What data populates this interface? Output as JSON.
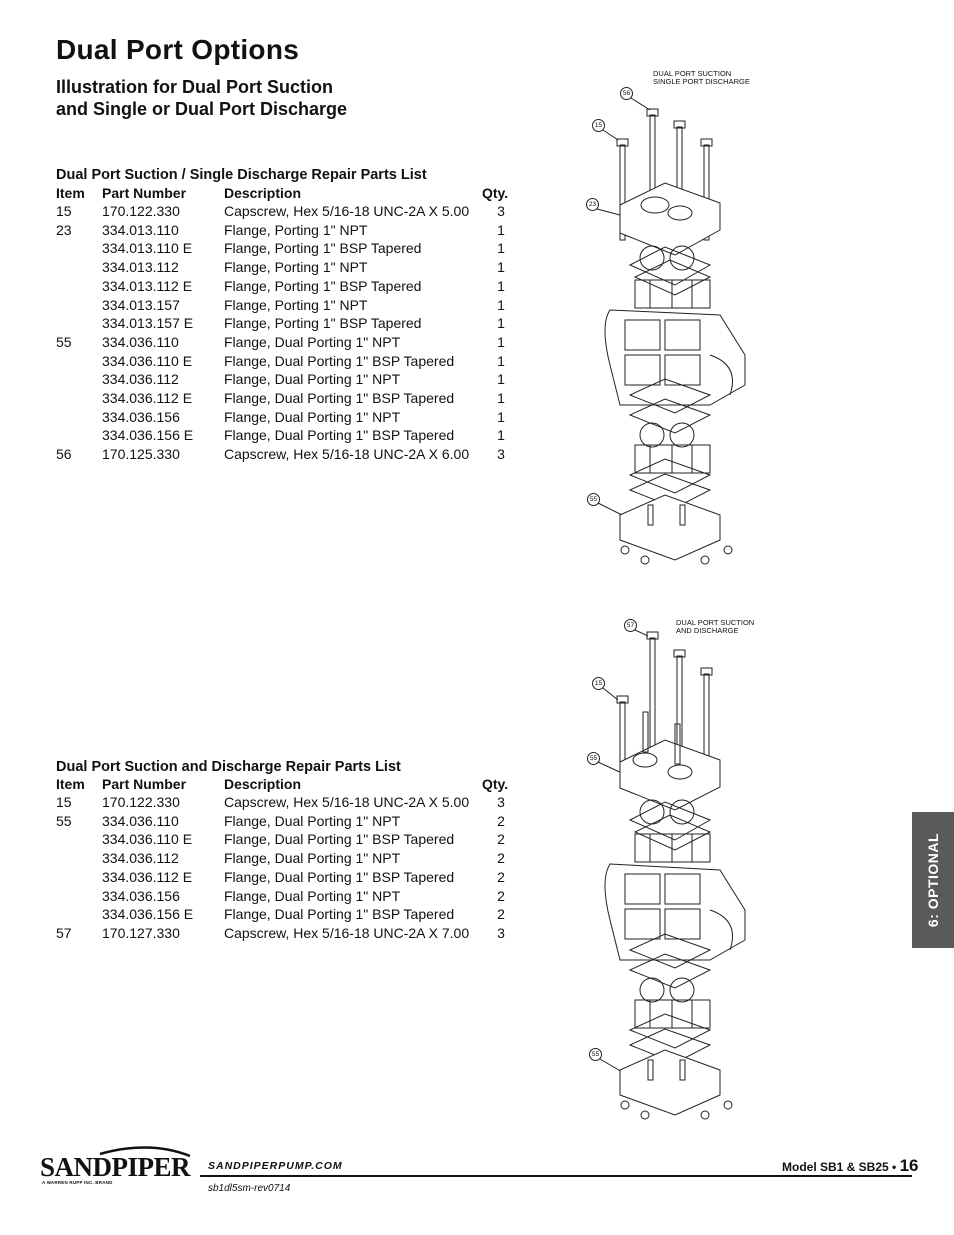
{
  "page": {
    "title": "Dual Port Options",
    "subtitle_line1": "Illustration for Dual Port Suction",
    "subtitle_line2": "and Single or Dual Port Discharge"
  },
  "columns": {
    "item": "Item",
    "part_number": "Part Number",
    "description": "Description",
    "qty": "Qty."
  },
  "table1": {
    "title": "Dual Port Suction / Single Discharge Repair Parts List",
    "rows": [
      {
        "item": "15",
        "part": "170.122.330",
        "desc": "Capscrew, Hex 5/16-18 UNC-2A X 5.00",
        "qty": "3"
      },
      {
        "item": "23",
        "part": "334.013.110",
        "desc": "Flange, Porting 1\" NPT",
        "qty": "1"
      },
      {
        "item": "",
        "part": "334.013.110 E",
        "desc": "Flange, Porting 1\" BSP Tapered",
        "qty": "1"
      },
      {
        "item": "",
        "part": "334.013.112",
        "desc": "Flange, Porting 1\" NPT",
        "qty": "1"
      },
      {
        "item": "",
        "part": "334.013.112 E",
        "desc": "Flange, Porting 1\" BSP Tapered",
        "qty": "1"
      },
      {
        "item": "",
        "part": "334.013.157",
        "desc": "Flange, Porting 1\" NPT",
        "qty": "1"
      },
      {
        "item": "",
        "part": "334.013.157 E",
        "desc": "Flange, Porting 1\" BSP Tapered",
        "qty": "1"
      },
      {
        "item": "55",
        "part": "334.036.110",
        "desc": "Flange, Dual Porting 1\" NPT",
        "qty": "1"
      },
      {
        "item": "",
        "part": "334.036.110 E",
        "desc": "Flange, Dual Porting 1\" BSP Tapered",
        "qty": "1"
      },
      {
        "item": "",
        "part": "334.036.112",
        "desc": "Flange, Dual Porting 1\" NPT",
        "qty": "1"
      },
      {
        "item": "",
        "part": "334.036.112 E",
        "desc": "Flange, Dual Porting 1\" BSP Tapered",
        "qty": "1"
      },
      {
        "item": "",
        "part": "334.036.156",
        "desc": "Flange, Dual Porting 1\" NPT",
        "qty": "1"
      },
      {
        "item": "",
        "part": "334.036.156 E",
        "desc": "Flange, Dual Porting 1\" BSP Tapered",
        "qty": "1"
      },
      {
        "item": "56",
        "part": "170.125.330",
        "desc": "Capscrew, Hex 5/16-18 UNC-2A X 6.00",
        "qty": "3"
      }
    ]
  },
  "table2": {
    "title": "Dual Port Suction and Discharge Repair Parts List",
    "rows": [
      {
        "item": "15",
        "part": "170.122.330",
        "desc": "Capscrew, Hex 5/16-18 UNC-2A X 5.00",
        "qty": "3"
      },
      {
        "item": "55",
        "part": "334.036.110",
        "desc": "Flange, Dual Porting 1\" NPT",
        "qty": "2"
      },
      {
        "item": "",
        "part": "334.036.110 E",
        "desc": "Flange, Dual Porting 1\" BSP Tapered",
        "qty": "2"
      },
      {
        "item": "",
        "part": "334.036.112",
        "desc": "Flange, Dual Porting 1\" NPT",
        "qty": "2"
      },
      {
        "item": "",
        "part": "334.036.112 E",
        "desc": "Flange, Dual Porting 1\" BSP Tapered",
        "qty": "2"
      },
      {
        "item": "",
        "part": "334.036.156",
        "desc": "Flange, Dual Porting 1\" NPT",
        "qty": "2"
      },
      {
        "item": "",
        "part": "334.036.156 E",
        "desc": "Flange, Dual Porting 1\" BSP Tapered",
        "qty": "2"
      },
      {
        "item": "57",
        "part": "170.127.330",
        "desc": "Capscrew, Hex 5/16-18 UNC-2A X 7.00",
        "qty": "3"
      }
    ]
  },
  "drawing1": {
    "label_line1": "DUAL PORT SUCTION",
    "label_line2": "SINGLE PORT DISCHARGE",
    "callouts": [
      "56",
      "15",
      "23",
      "55"
    ]
  },
  "drawing2": {
    "label_line1": "DUAL PORT SUCTION",
    "label_line2": "AND DISCHARGE",
    "callouts": [
      "57",
      "15",
      "55",
      "55"
    ]
  },
  "side_tab": {
    "label": "6: OPTIONAL",
    "color": "#5a5a5a"
  },
  "footer": {
    "logo_text": "SANDPIPER",
    "logo_sub": "A WARREN RUPP INC. BRAND",
    "website": "SANDPIPERPUMP.COM",
    "doc_number": "sb1dl5sm-rev0714",
    "model": "Model SB1 & SB25 •",
    "page_number": "16"
  }
}
